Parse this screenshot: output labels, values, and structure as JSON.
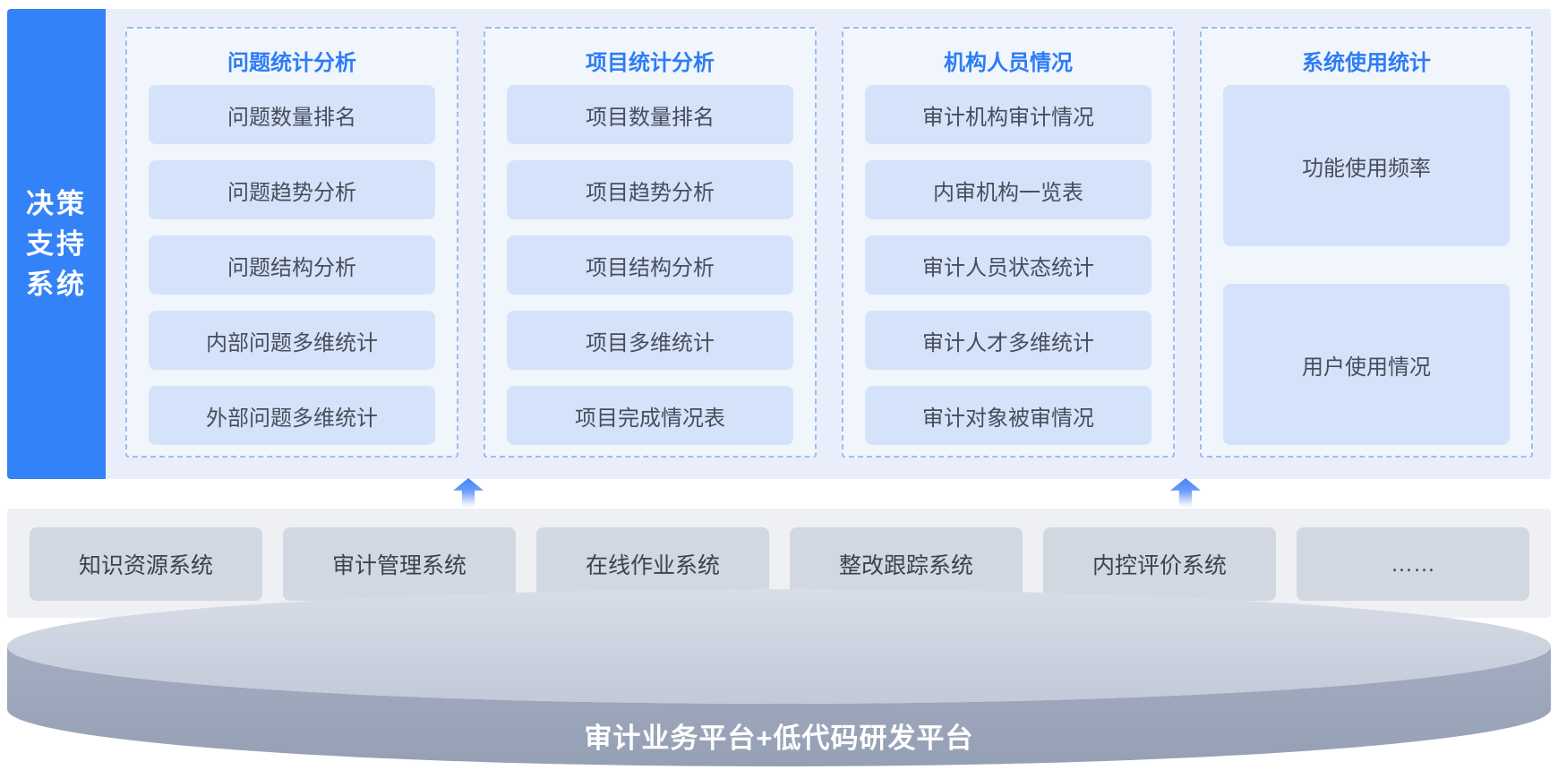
{
  "sidebar": {
    "title_lines": [
      "决策",
      "支持",
      "系统"
    ]
  },
  "columns": [
    {
      "title": "问题统计分析",
      "items": [
        "问题数量排名",
        "问题趋势分析",
        "问题结构分析",
        "内部问题多维统计",
        "外部问题多维统计"
      ]
    },
    {
      "title": "项目统计分析",
      "items": [
        "项目数量排名",
        "项目趋势分析",
        "项目结构分析",
        "项目多维统计",
        "项目完成情况表"
      ]
    },
    {
      "title": "机构人员情况",
      "items": [
        "审计机构审计情况",
        "内审机构一览表",
        "审计人员状态统计",
        "审计人才多维统计",
        "审计对象被审情况"
      ]
    },
    {
      "title": "系统使用统计",
      "items": [
        "功能使用频率",
        "用户使用情况"
      ]
    }
  ],
  "middle_systems": [
    "知识资源系统",
    "审计管理系统",
    "在线作业系统",
    "整改跟踪系统",
    "内控评价系统",
    "……"
  ],
  "platform": {
    "label": "审计业务平台+低代码研发平台"
  },
  "icons": {
    "up_arrow_blue": "up-arrow fading blue gradient",
    "up_arrow_gray": "up-arrow fading gray gradient"
  },
  "colors": {
    "sidebar_blue": "#3482f7",
    "section_bg": "#e9eefa",
    "column_bg": "#f1f6fd",
    "dashed_border": "#9dbdee",
    "column_title_blue": "#2e7cf5",
    "item_box_blue": "#d5e3fa",
    "item_text": "#474e5b",
    "mid_band_bg": "#eef0f4",
    "sys_box_gray": "#d2d8e2",
    "platform_top": "#ccd3e0",
    "platform_side": "#99a3b7",
    "platform_text": "#ffffff"
  }
}
